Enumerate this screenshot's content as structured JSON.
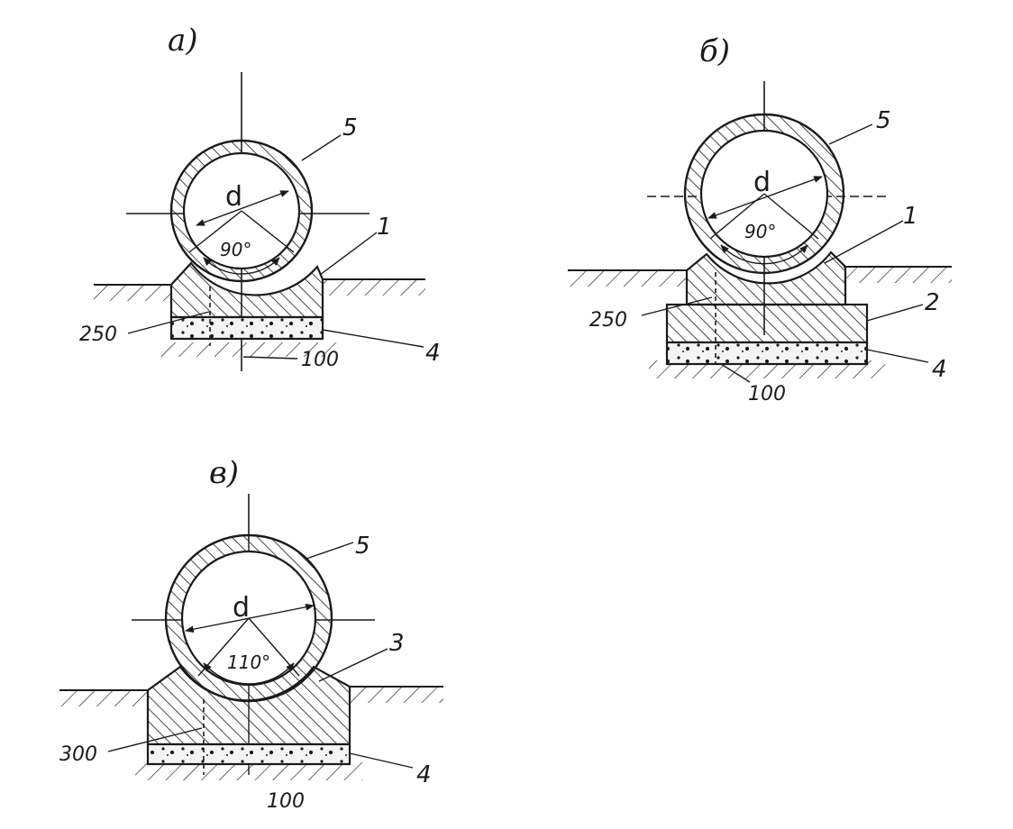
{
  "figure": {
    "panels": [
      {
        "id": "a",
        "title": "а)",
        "diameter_label": "d",
        "angle_label": "90°",
        "callouts": {
          "pipe": "5",
          "base": "1",
          "sand": "4"
        },
        "dimensions": {
          "height": "250",
          "bedding": "100"
        }
      },
      {
        "id": "b",
        "title": "б)",
        "diameter_label": "d",
        "angle_label": "90°",
        "callouts": {
          "pipe": "5",
          "base": "1",
          "slab": "2",
          "sand": "4"
        },
        "dimensions": {
          "height": "250",
          "bedding": "100"
        }
      },
      {
        "id": "c",
        "title": "в)",
        "diameter_label": "d",
        "angle_label": "110°",
        "callouts": {
          "pipe": "5",
          "base": "3",
          "sand": "4"
        },
        "dimensions": {
          "height": "300",
          "bedding": "100"
        }
      }
    ]
  }
}
